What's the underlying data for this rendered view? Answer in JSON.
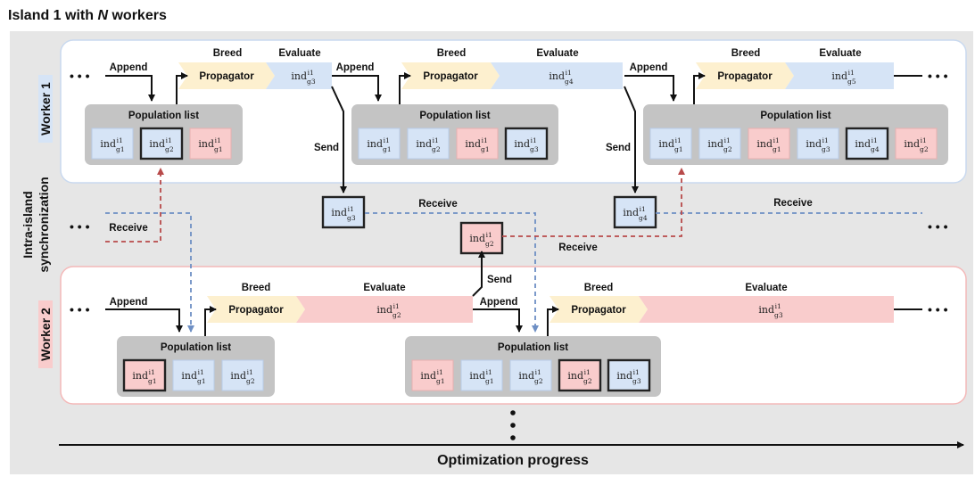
{
  "title_prefix": "Island 1 with ",
  "title_n": "N",
  "title_suffix": " workers",
  "labels": {
    "worker1": "Worker 1",
    "worker2": "Worker 2",
    "sync": "Intra-island",
    "sync2": "synchronization",
    "append": "Append",
    "breed": "Breed",
    "evaluate": "Evaluate",
    "propagator": "Propagator",
    "population_list": "Population list",
    "send": "Send",
    "receive": "Receive",
    "progress": "Optimization progress",
    "ellipsis": "• • •"
  },
  "individuals": {
    "g1": "g1",
    "g2": "g2",
    "g3": "g3",
    "g4": "g4",
    "g5": "g5",
    "base": "ind",
    "sup": "i1"
  },
  "colors": {
    "blue_fill": "#d6e4f6",
    "red_fill": "#f9cccc",
    "prop_fill": "#fdf0cf",
    "panel_bg": "#e6e6e6",
    "worker1_border": "#c9d9ef",
    "worker2_border": "#f4b8b8",
    "pop_bg": "#c4c4c4",
    "blue_dash": "#6e8fc4",
    "red_dash": "#b84a4a"
  },
  "worker1_pops": [
    [
      {
        "g": "g1",
        "c": "blue",
        "b": false
      },
      {
        "g": "g2",
        "c": "blue",
        "b": true
      },
      {
        "g": "g1",
        "c": "red",
        "b": false
      }
    ],
    [
      {
        "g": "g1",
        "c": "blue",
        "b": false
      },
      {
        "g": "g2",
        "c": "blue",
        "b": false
      },
      {
        "g": "g1",
        "c": "red",
        "b": false
      },
      {
        "g": "g3",
        "c": "blue",
        "b": true
      }
    ],
    [
      {
        "g": "g1",
        "c": "blue",
        "b": false
      },
      {
        "g": "g2",
        "c": "blue",
        "b": false
      },
      {
        "g": "g1",
        "c": "red",
        "b": false
      },
      {
        "g": "g3",
        "c": "blue",
        "b": false
      },
      {
        "g": "g4",
        "c": "blue",
        "b": true
      },
      {
        "g": "g2",
        "c": "red",
        "b": false
      }
    ]
  ],
  "worker2_pops": [
    [
      {
        "g": "g1",
        "c": "red",
        "b": true
      },
      {
        "g": "g1",
        "c": "blue",
        "b": false
      },
      {
        "g": "g2",
        "c": "blue",
        "b": false
      }
    ],
    [
      {
        "g": "g1",
        "c": "red",
        "b": false
      },
      {
        "g": "g1",
        "c": "blue",
        "b": false
      },
      {
        "g": "g2",
        "c": "blue",
        "b": false
      },
      {
        "g": "g2",
        "c": "red",
        "b": true
      },
      {
        "g": "g3",
        "c": "blue",
        "b": true
      }
    ]
  ],
  "worker1_evals": [
    "g3",
    "g4",
    "g5"
  ],
  "worker2_evals": [
    "g2",
    "g3"
  ]
}
